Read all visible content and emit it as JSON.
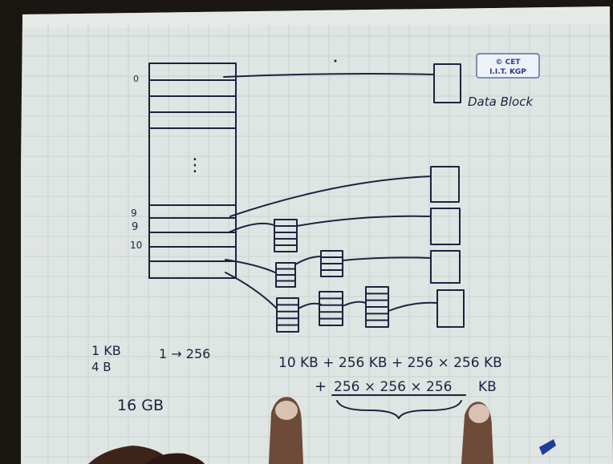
{
  "logo": {
    "line1": "© CET",
    "line2": "I.I.T. KGP"
  },
  "labels": {
    "zero": "0",
    "nine_top": "9",
    "nine": "9",
    "ten": "10",
    "ellipsis": "⋮",
    "data_block": "Data Block"
  },
  "notes": {
    "kb": "1 KB",
    "b4": "4 B",
    "ratio": "1 → 256",
    "gb": "16 GB",
    "sum_line1": "10 KB + 256 KB + 256 × 256 KB",
    "sum_line2_plus": "+",
    "sum_line2_term": "256 × 256 × 256",
    "sum_line2_unit": "KB"
  }
}
